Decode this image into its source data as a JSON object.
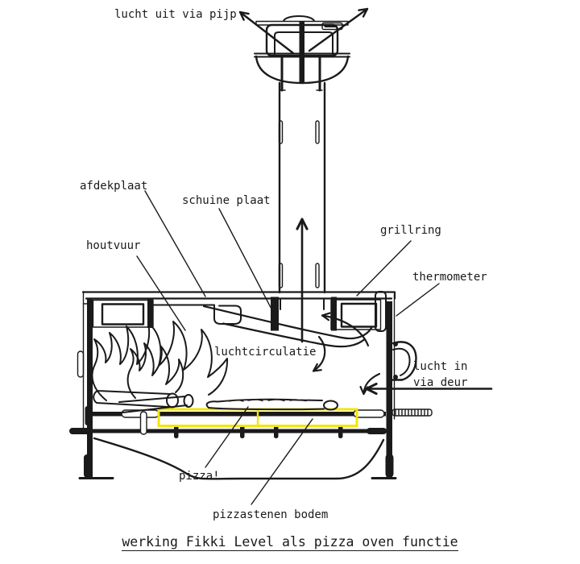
{
  "diagram": {
    "title": "werking Fikki Level als pizza oven functie",
    "ink_color": "#1a1a1a",
    "highlight_color": "#f2e60a",
    "labels": {
      "lucht_uit": "lucht uit via pijp",
      "afdekplaat": "afdekplaat",
      "schuine_plaat": "schuine plaat",
      "houtvuur": "houtvuur",
      "grillring": "grillring",
      "thermometer": "thermometer",
      "luchtcirculatie": "luchtcirculatie",
      "lucht_in_line1": "lucht in",
      "lucht_in_line2": "via deur",
      "pizza": "pizza!",
      "pizzastenen": "pizzastenen bodem"
    }
  }
}
